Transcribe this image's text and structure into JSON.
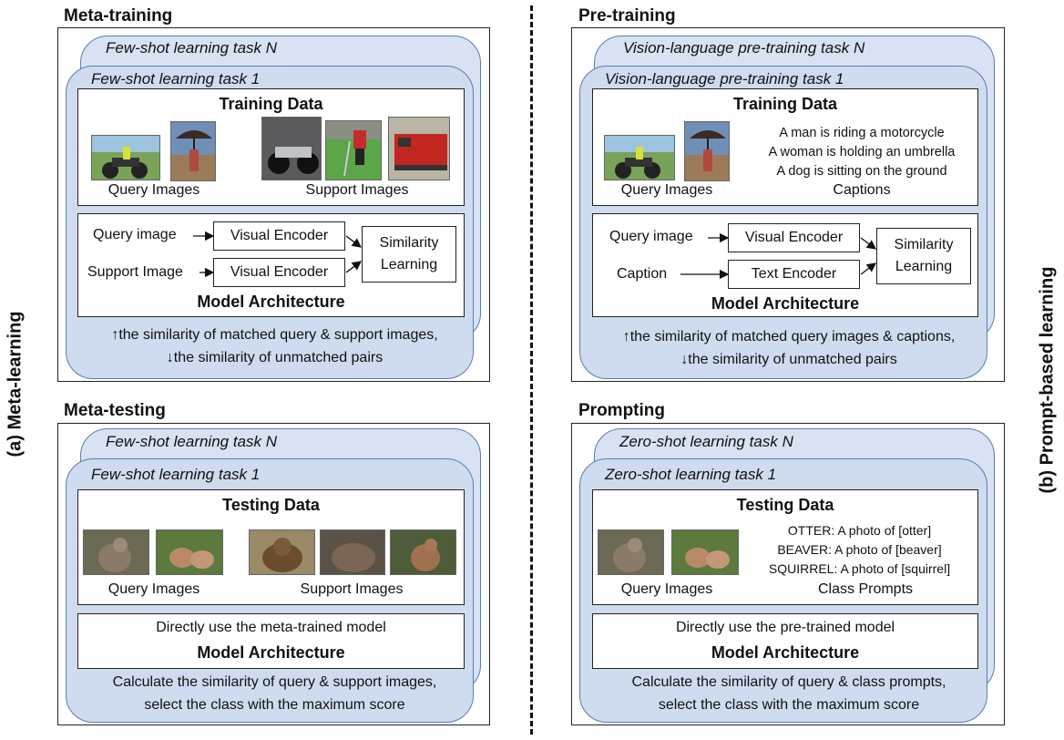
{
  "vertical_labels": {
    "left": "(a) Meta-learning",
    "right": "(b) Prompt-based learning"
  },
  "meta_training": {
    "title": "Meta-training",
    "task_back": "Few-shot learning task N",
    "task_front": "Few-shot learning task 1",
    "data_title": "Training Data",
    "query_images_label": "Query Images",
    "support_images_label": "Support Images",
    "query_input": "Query image",
    "support_input": "Support Image",
    "encoder1": "Visual Encoder",
    "encoder2": "Visual Encoder",
    "similarity": "Similarity Learning",
    "arch_title": "Model Architecture",
    "note_line1": "↑the similarity of matched query & support images,",
    "note_line2": "↓the similarity of unmatched pairs"
  },
  "pre_training": {
    "title": "Pre-training",
    "task_back": "Vision-language pre-training task N",
    "task_front": "Vision-language pre-training task 1",
    "data_title": "Training Data",
    "query_images_label": "Query Images",
    "captions": [
      "A man is riding a motorcycle",
      "A woman is holding an umbrella",
      "A dog is sitting on the ground"
    ],
    "captions_label": "Captions",
    "query_input": "Query image",
    "caption_input": "Caption",
    "encoder1": "Visual Encoder",
    "encoder2": "Text Encoder",
    "similarity": "Similarity Learning",
    "arch_title": "Model Architecture",
    "note_line1": "↑the similarity of matched query images & captions,",
    "note_line2": "↓the similarity of unmatched pairs"
  },
  "meta_testing": {
    "title": "Meta-testing",
    "task_back": "Few-shot learning task N",
    "task_front": "Few-shot learning task 1",
    "data_title": "Testing Data",
    "query_images_label": "Query Images",
    "support_images_label": "Support Images",
    "model_line": "Directly use the meta-trained model",
    "arch_title": "Model Architecture",
    "note_line1": "Calculate the similarity of query & support images,",
    "note_line2": "select the class with the maximum score"
  },
  "prompting": {
    "title": "Prompting",
    "task_back": "Zero-shot learning task N",
    "task_front": "Zero-shot learning task 1",
    "data_title": "Testing Data",
    "query_images_label": "Query Images",
    "prompts": [
      "OTTER: A photo of [otter]",
      "BEAVER: A photo of [beaver]",
      "SQUIRREL: A photo of [squirrel]"
    ],
    "prompts_label": "Class Prompts",
    "model_line": "Directly use the pre-trained model",
    "arch_title": "Model Architecture",
    "note_line1": "Calculate the similarity of query & class prompts,",
    "note_line2": "select the class with the maximum score"
  }
}
